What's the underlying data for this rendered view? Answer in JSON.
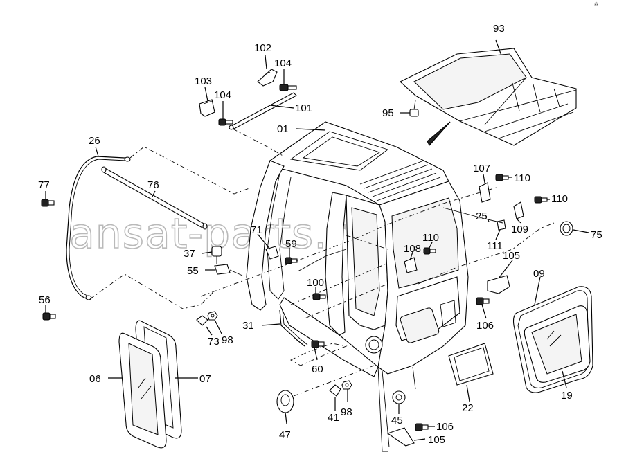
{
  "watermark": "ansat-parts.ru",
  "corner_mark": "⁂",
  "labels": {
    "l93": "93",
    "l95": "95",
    "l102": "102",
    "l104a": "104",
    "l103": "103",
    "l104b": "104",
    "l101": "101",
    "l01": "01",
    "l26": "26",
    "l77": "77",
    "l76": "76",
    "l107": "107",
    "l110a": "110",
    "l110b": "110",
    "l25": "25",
    "l109": "109",
    "l111": "111",
    "l75": "75",
    "l71": "71",
    "l59": "59",
    "l37": "37",
    "l108": "108",
    "l110c": "110",
    "l105a": "105",
    "l55": "55",
    "l100": "100",
    "l09": "09",
    "l56": "56",
    "l106a": "106",
    "l73": "73",
    "l98a": "98",
    "l31": "31",
    "l60": "60",
    "l06": "06",
    "l07": "07",
    "l22": "22",
    "l19": "19",
    "l41": "41",
    "l98b": "98",
    "l45": "45",
    "l47": "47",
    "l106b": "106",
    "l105b": "105"
  }
}
